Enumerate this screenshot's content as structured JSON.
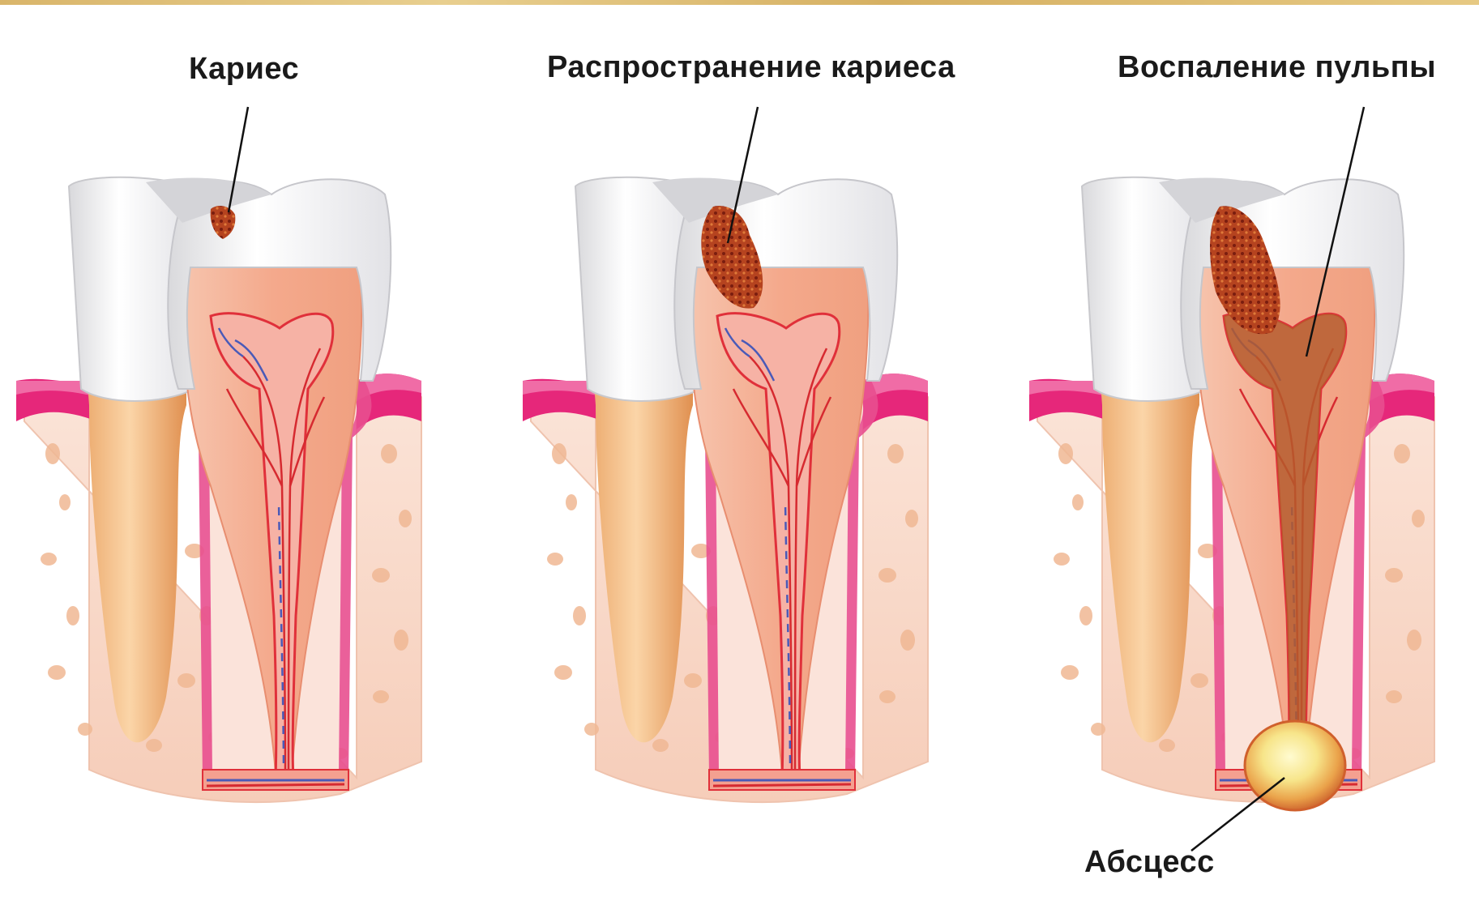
{
  "labels": {
    "caries": "Кариес",
    "caries_spread": "Распространение кариеса",
    "pulp_inflammation": "Воспаление пульпы",
    "abscess": "Абсцесс"
  }
}
